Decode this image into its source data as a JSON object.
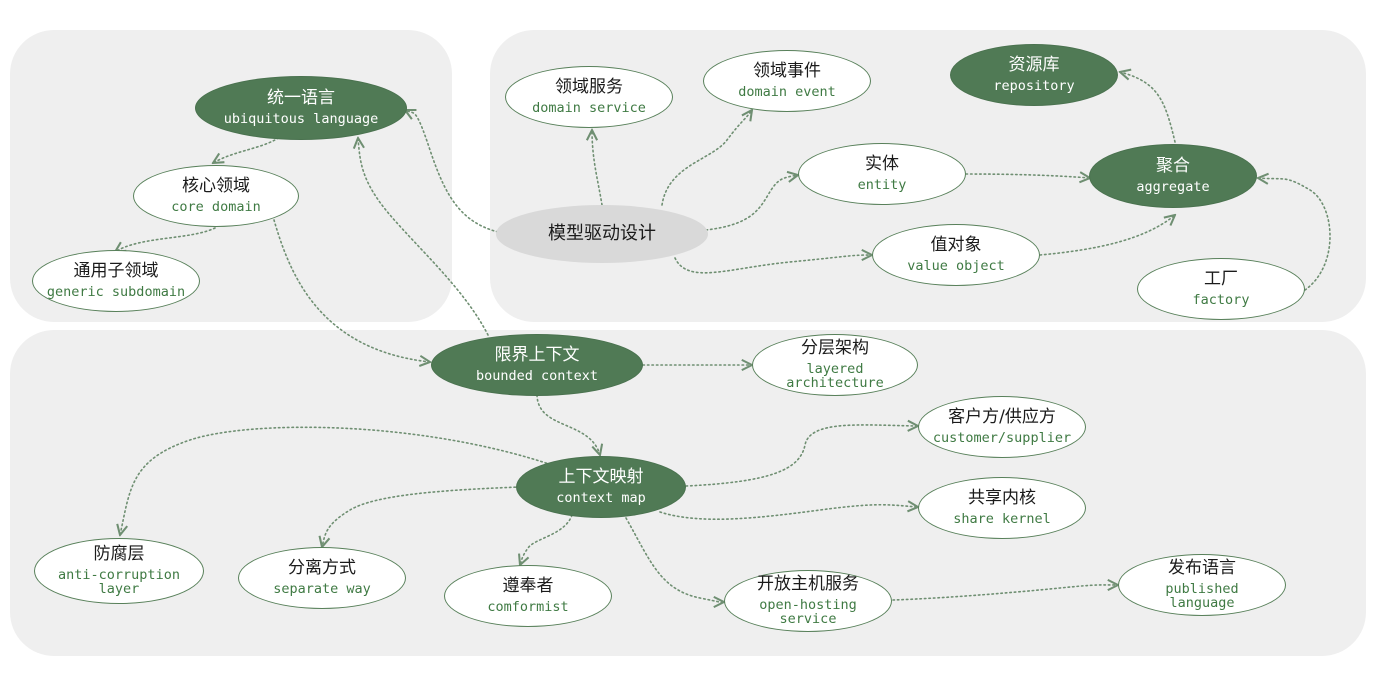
{
  "nodes": {
    "ubiquitous_language": {
      "zh": "统一语言",
      "en": "ubiquitous language"
    },
    "core_domain": {
      "zh": "核心领域",
      "en": "core domain"
    },
    "generic_subdomain": {
      "zh": "通用子领域",
      "en": "generic subdomain"
    },
    "model_driven_design": {
      "zh": "模型驱动设计"
    },
    "domain_service": {
      "zh": "领域服务",
      "en": "domain service"
    },
    "domain_event": {
      "zh": "领域事件",
      "en": "domain event"
    },
    "repository": {
      "zh": "资源库",
      "en": "repository"
    },
    "entity": {
      "zh": "实体",
      "en": "entity"
    },
    "aggregate": {
      "zh": "聚合",
      "en": "aggregate"
    },
    "value_object": {
      "zh": "值对象",
      "en": "value object"
    },
    "factory": {
      "zh": "工厂",
      "en": "factory"
    },
    "bounded_context": {
      "zh": "限界上下文",
      "en": "bounded context"
    },
    "layered_architecture": {
      "zh": "分层架构",
      "en": "layered architecture"
    },
    "customer_supplier": {
      "zh": "客户方/供应方",
      "en": "customer/supplier"
    },
    "context_map": {
      "zh": "上下文映射",
      "en": "context map"
    },
    "shared_kernel": {
      "zh": "共享内核",
      "en": "share kernel"
    },
    "anti_corruption_layer": {
      "zh": "防腐层",
      "en": "anti-corruption layer"
    },
    "separate_way": {
      "zh": "分离方式",
      "en": "separate way"
    },
    "conformist": {
      "zh": "遵奉者",
      "en": "comformist"
    },
    "open_host_service": {
      "zh": "开放主机服务",
      "en": "open-hosting service"
    },
    "published_language": {
      "zh": "发布语言",
      "en": "published language"
    }
  },
  "colors": {
    "panel": "#efefef",
    "dark_node": "#507a55",
    "light_node_border": "#58805a",
    "center_node": "#d9d9d9",
    "edge": "#6f8f72",
    "english_text": "#3f7a43"
  },
  "edges": [
    {
      "from": "model_driven_design",
      "to": "ubiquitous_language"
    },
    {
      "from": "ubiquitous_language",
      "to": "core_domain"
    },
    {
      "from": "core_domain",
      "to": "generic_subdomain"
    },
    {
      "from": "core_domain",
      "to": "bounded_context"
    },
    {
      "from": "bounded_context",
      "to": "ubiquitous_language"
    },
    {
      "from": "model_driven_design",
      "to": "domain_service"
    },
    {
      "from": "model_driven_design",
      "to": "domain_event"
    },
    {
      "from": "model_driven_design",
      "to": "entity"
    },
    {
      "from": "model_driven_design",
      "to": "value_object"
    },
    {
      "from": "entity",
      "to": "aggregate"
    },
    {
      "from": "value_object",
      "to": "aggregate"
    },
    {
      "from": "aggregate",
      "to": "repository"
    },
    {
      "from": "factory",
      "to": "aggregate"
    },
    {
      "from": "bounded_context",
      "to": "layered_architecture"
    },
    {
      "from": "bounded_context",
      "to": "context_map"
    },
    {
      "from": "context_map",
      "to": "customer_supplier"
    },
    {
      "from": "context_map",
      "to": "shared_kernel"
    },
    {
      "from": "context_map",
      "to": "anti_corruption_layer"
    },
    {
      "from": "context_map",
      "to": "separate_way"
    },
    {
      "from": "context_map",
      "to": "conformist"
    },
    {
      "from": "context_map",
      "to": "open_host_service"
    },
    {
      "from": "open_host_service",
      "to": "published_language"
    }
  ]
}
